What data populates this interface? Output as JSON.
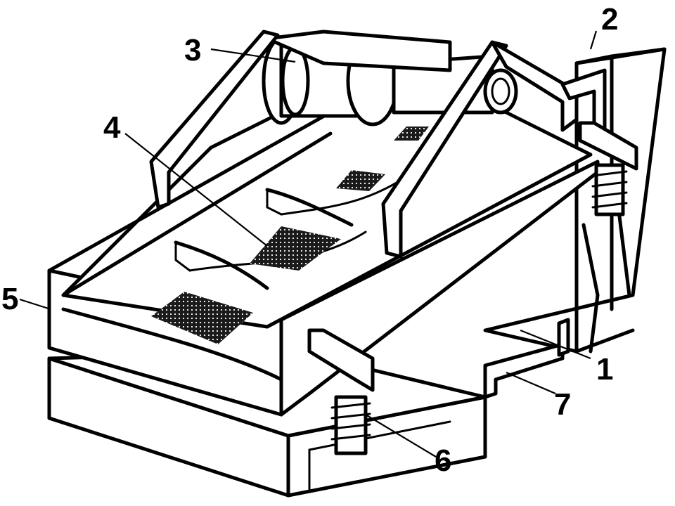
{
  "figure": {
    "colors": {
      "line": "#000000",
      "background": "#ffffff",
      "screen_mesh": "#1a1a1a"
    },
    "callouts": [
      {
        "id": "1",
        "text": "1"
      },
      {
        "id": "2",
        "text": "2"
      },
      {
        "id": "3",
        "text": "3"
      },
      {
        "id": "4",
        "text": "4"
      },
      {
        "id": "5",
        "text": "5"
      },
      {
        "id": "6",
        "text": "6"
      },
      {
        "id": "7",
        "text": "7"
      }
    ]
  }
}
